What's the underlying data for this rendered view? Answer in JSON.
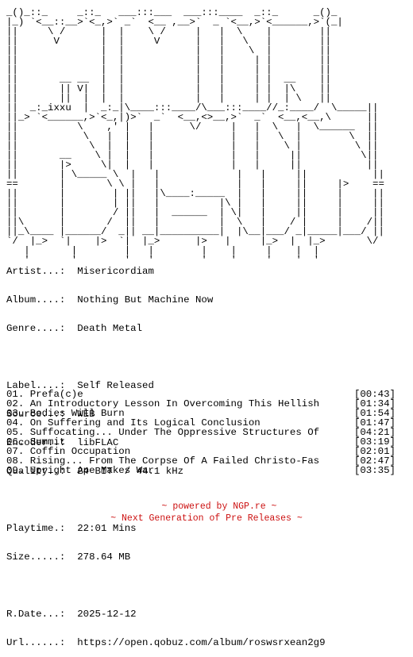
{
  "ascii_logo": [
    "_()_::_     _::_   ___:::___  ___:::____  _::_      _()_",
    "|_) `<__::__>`<_,>` _`  <__ ,__>`  _ `<__,>`<______,>`(_|",
    "||     \\ /      |  |    \\ /     |   |  \\    |        ||",
    "||      V       |  |     V      |   |   \\   |        ||",
    "||              |  |            |   |    \\  |        ||",
    "||              |  |            |   |     | |        ||",
    "||              |  |            |   |     | |        ||",
    "||       __ __  |  |            |   |     | |  __    ||",
    "||       || V|  |  |            |   |     | |  |\\    ||",
    "||       ||  |  |  |            |   |     | |  | \\   ||",
    "||  _:_ixxu  |  _:_|\\____:::____/\\___:::____//_:____/  \\_____||",
    "||_> `<______,>`<_,|)>`  _`  <__,<>__,>`  _`  <__,<__,\\      ||",
    "||          \\    ,' |   |      \\/     |   |  \\   |  \\______  ||",
    "||           \\   |  |   |             |   |   \\  |        \\  ||",
    "||            \\  |  |   |             |   |    \\ |         \\ ||",
    "||       __    \\ |  |   |             |   |     ||          \\||",
    "||       |>     \\|  |   |             |   |     ||           ||",
    "||       | \\_____ \\  |   |             |   |     ||           ||",
    "==       |       \\ \\ |   |             |   |     ||     |>    ==",
    "||       |        | ||   |\\____:_____  |   |     ||     |     ||",
    "||       |        | ||   |          |\\ |   |     ||     |     ||",
    "||       |        / ||   |  ______  | \\|   |     ||     |     ||",
    "||\\      |       /  ||   |          |  \\   |    / |     |    /||",
    "||_\\____ |______/  _|| __|__________|  |\\__|___/ _|_____|___/ ||",
    "`/  |_>  `|    |>  `|  |_>      |>   |     |_>  |  |_>       \\/",
    "   |       |        |   |        |    |     |    |  |",
    "   '       '        '   '        '    '     '    '  '"
  ],
  "release": {
    "artist_label": "Artist...:",
    "artist": "Misericordiam",
    "album_label": "Album....:",
    "album": "Nothing But Machine Now",
    "genre_label": "Genre....:",
    "genre": "Death Metal",
    "label_label": "Label....:",
    "label": "Self Released",
    "source_label": "Source...:",
    "source": "WEB",
    "encoder_label": "Encoder..:",
    "encoder": "libFLAC",
    "quality_label": "Quality..:",
    "quality": "24 BIT  / 44.1 kHz",
    "playtime_label": "Playtime.:",
    "playtime": "22:01 Mins",
    "size_label": "Size.....:",
    "size": "278.64 MB",
    "rdate_label": "R.Date...:",
    "rdate": "2025-12-12",
    "url_label": "Url......:",
    "url": "https://open.qobuz.com/album/roswsrxean2g9"
  },
  "tracks": [
    {
      "title": "01. Prefa(c)e",
      "duration": "[00:43]"
    },
    {
      "title": "02. An Introductory Lesson In Overcoming This Hellish",
      "duration": "[01:34]"
    },
    {
      "title": "03. Bodies Will Burn",
      "duration": "[01:54]"
    },
    {
      "title": "04. On Suffering and Its Logical Conclusion",
      "duration": "[01:47]"
    },
    {
      "title": "05. Suffocating... Under The Oppressive Structures Of",
      "duration": "[04:21]"
    },
    {
      "title": "06. Summit",
      "duration": "[03:19]"
    },
    {
      "title": "07. Coffin Occupation",
      "duration": "[02:01]"
    },
    {
      "title": "08. Rising... From The Corpse Of A Failed Christo-Fas",
      "duration": "[02:47]"
    },
    {
      "title": "09. Upright Ape Makes War",
      "duration": "[03:35]"
    }
  ],
  "footer": {
    "line1": "~ powered by NGP.re ~",
    "line2": "~ Next Generation of Pre Releases ~"
  },
  "colors": {
    "text": "#000000",
    "footer": "#cc1111",
    "background": "#ffffff"
  }
}
